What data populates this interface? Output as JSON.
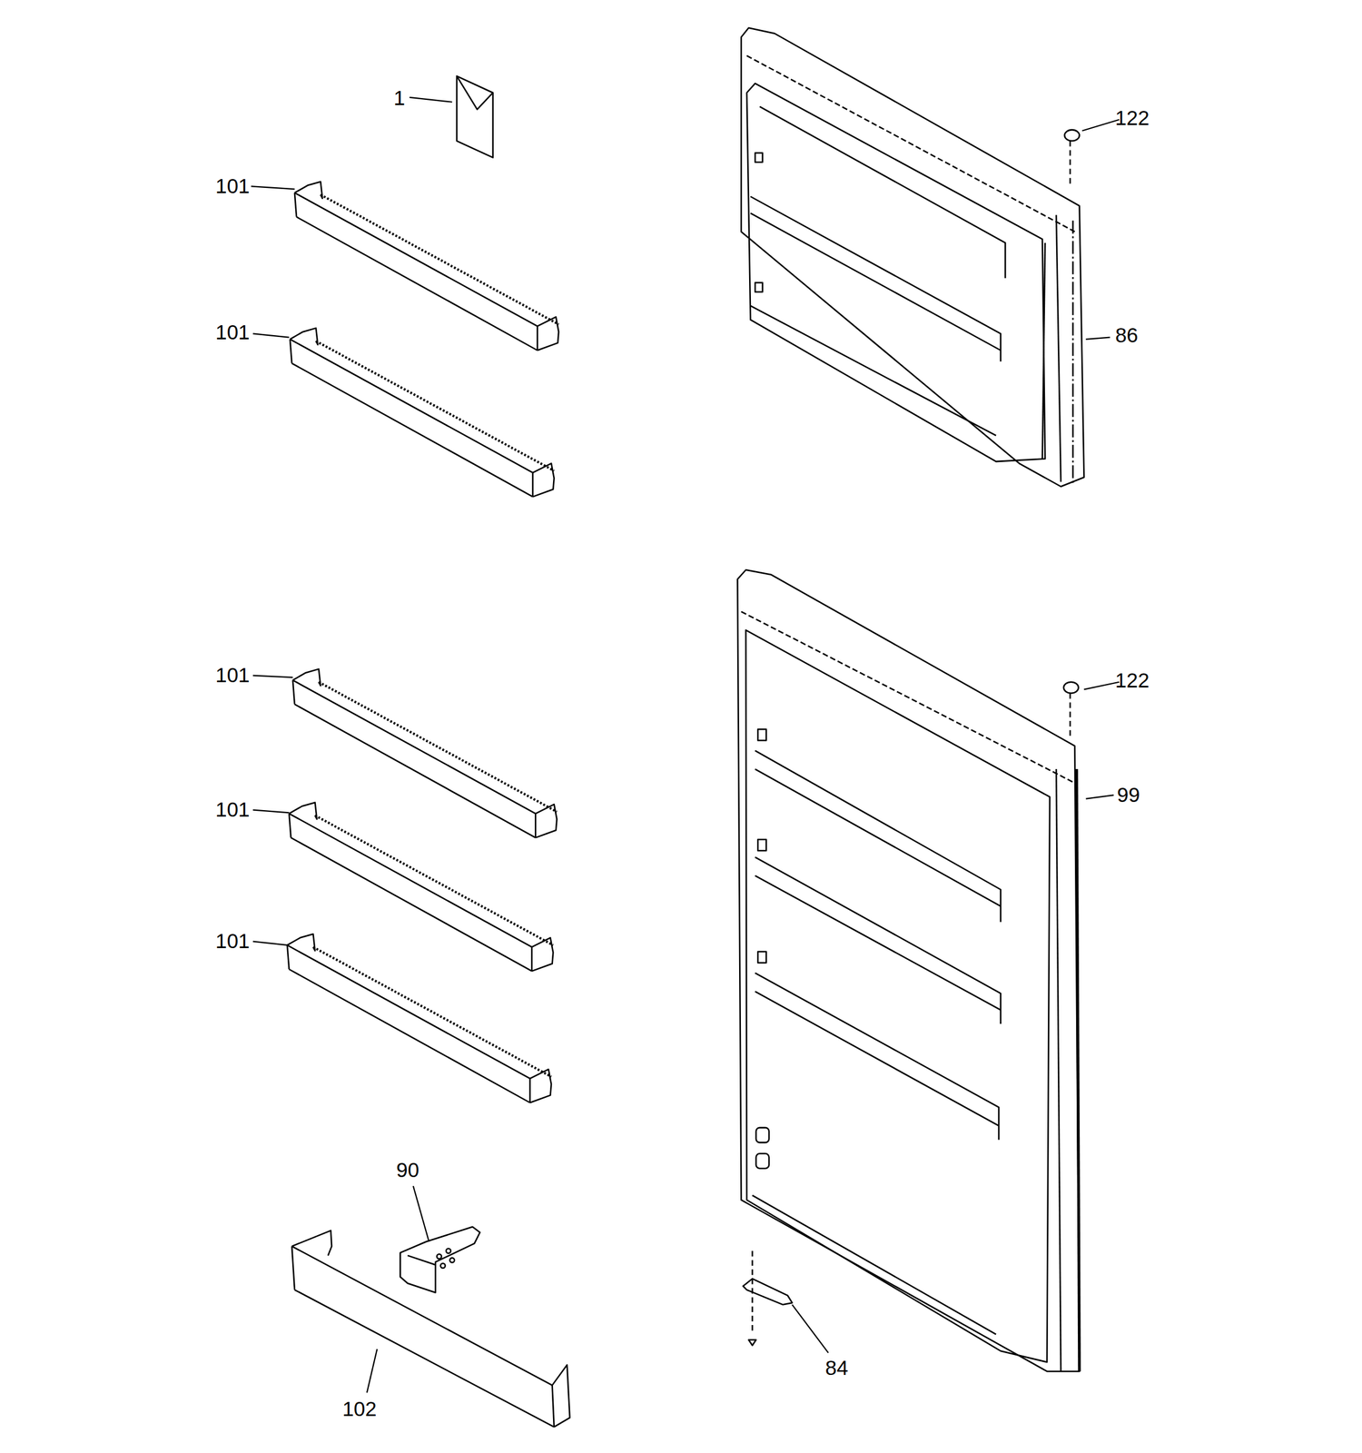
{
  "diagram": {
    "labels": [
      "1",
      "122",
      "101",
      "101",
      "86",
      "101",
      "122",
      "99",
      "101",
      "101",
      "90",
      "84",
      "102"
    ]
  }
}
